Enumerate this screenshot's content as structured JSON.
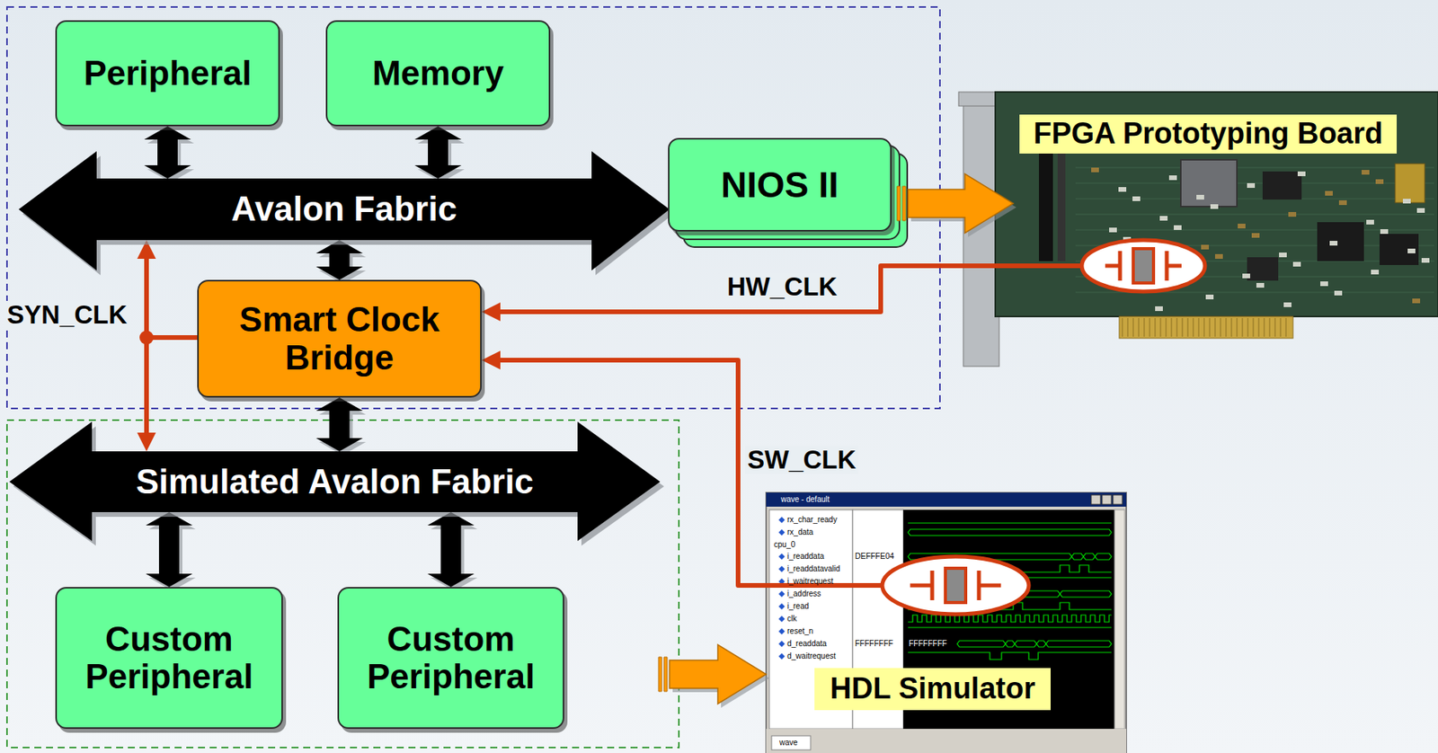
{
  "diagram": {
    "nodes": [
      {
        "text": [
          "Peripheral"
        ]
      },
      {
        "text": [
          "Memory"
        ]
      },
      {
        "text": [
          "Avalon Fabric"
        ]
      },
      {
        "text": [
          "NIOS II"
        ]
      },
      {
        "text": [
          "FPGA Prototyping Board"
        ]
      },
      {
        "text": [
          "Smart Clock Bridge"
        ]
      },
      {
        "text": [
          "Simulated Avalon Fabric"
        ]
      },
      {
        "text": [
          "Custom Peripheral"
        ]
      },
      {
        "text": [
          "Custom Peripheral"
        ]
      },
      {
        "text": [
          "HDL Simulator"
        ]
      }
    ],
    "edges": [
      {
        "from": 0,
        "to": 2,
        "arrow": "both"
      },
      {
        "from": 1,
        "to": 2,
        "arrow": "both"
      },
      {
        "from": 2,
        "to": 5,
        "arrow": "both"
      },
      {
        "from": 5,
        "to": 6,
        "arrow": "both"
      },
      {
        "from": 6,
        "to": 7,
        "arrow": "both"
      },
      {
        "from": 6,
        "to": 8,
        "arrow": "both"
      },
      {
        "from": 3,
        "to": 4,
        "arrow": "to"
      },
      {
        "from": 4,
        "to": 5,
        "label": "HW_CLK",
        "arrow": "to"
      },
      {
        "from": 9,
        "to": 5,
        "label": "SW_CLK",
        "arrow": "to"
      },
      {
        "from": 5,
        "to": 2,
        "label": "SYN_CLK",
        "arrow": "to"
      },
      {
        "from": 5,
        "to": 6,
        "arrow": "to"
      },
      {
        "from": 6,
        "to": 9,
        "arrow": "to"
      }
    ],
    "labels": [
      "wave - default",
      "rx_char_ready",
      "rx_data",
      "cpu_0",
      "i_readdata",
      "i_readdatavalid",
      "i_waitrequest",
      "i_address",
      "i_read",
      "clk",
      "reset_n",
      "d_readdata",
      "d_waitrequest",
      "DEFFFE04",
      "FFFFFFFF",
      "FFFFFFFF",
      "wave"
    ]
  }
}
